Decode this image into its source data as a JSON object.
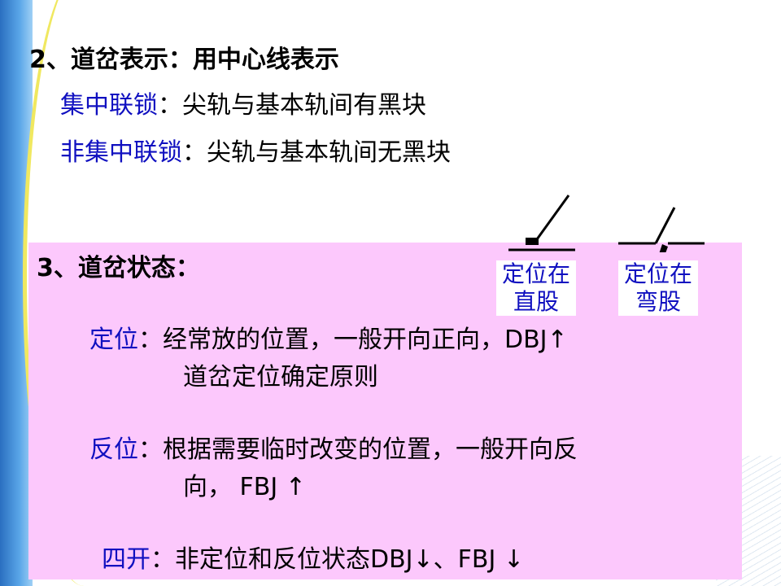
{
  "heading2": "2、道岔表示：用中心线表示",
  "line_centralized": {
    "label": "集中联锁",
    "text": "：尖轨与基本轨间有黑块"
  },
  "line_noncentralized": {
    "label": "非集中联锁",
    "text": "：尖轨与基本轨间无黑块"
  },
  "heading3": "3、道岔状态：",
  "diagram_straight_label": [
    "定位在",
    "直股"
  ],
  "diagram_curved_label": [
    "定位在",
    "弯股"
  ],
  "normal": {
    "label": "定位",
    "text": "：经常放的位置，一般开向正向，DBJ↑",
    "text2": "道岔定位确定原则"
  },
  "reverse": {
    "label": "反位",
    "text": "：根据需要临时改变的位置，一般开向反",
    "text2": "向， FBJ ↑"
  },
  "fouled": {
    "label": "四开",
    "text": "：非定位和反位状态DBJ↓、FBJ ↓"
  }
}
